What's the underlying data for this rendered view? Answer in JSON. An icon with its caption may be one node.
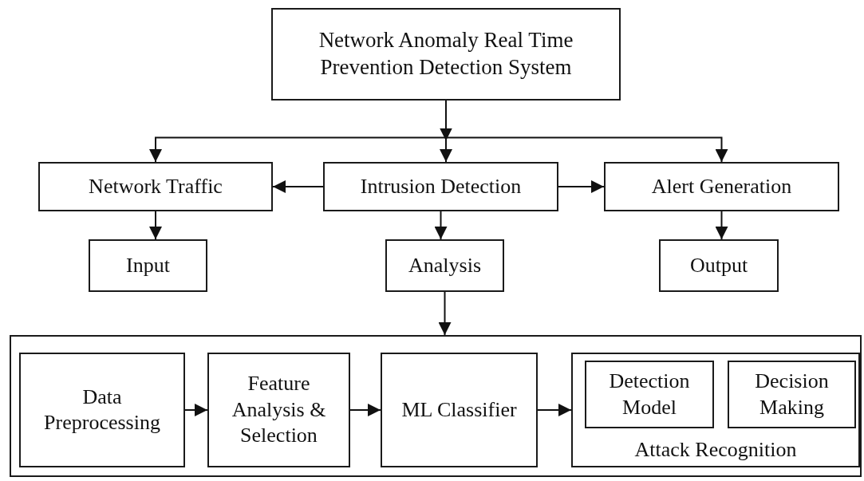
{
  "diagram": {
    "nodes": [
      {
        "text": [
          "Network Anomaly Real Time Prevention Detection System"
        ]
      },
      {
        "text": [
          "Network Traffic"
        ]
      },
      {
        "text": [
          "Intrusion Detection"
        ]
      },
      {
        "text": [
          "Alert Generation"
        ]
      },
      {
        "text": [
          "Input"
        ]
      },
      {
        "text": [
          "Analysis"
        ]
      },
      {
        "text": [
          "Output"
        ]
      },
      {
        "text": [],
        "shape": "box"
      },
      {
        "text": [
          "Data Preprocessing"
        ],
        "in": 7
      },
      {
        "text": [
          "Feature Analysis & Selection"
        ],
        "in": 7
      },
      {
        "text": [
          "ML Classifier"
        ],
        "in": 7
      },
      {
        "text": [
          "Attack Recognition"
        ],
        "in": 7
      },
      {
        "text": [
          "Detection Model"
        ],
        "in": 11
      },
      {
        "text": [
          "Decision Making"
        ],
        "in": 11
      }
    ],
    "edges": [
      {
        "from": 0,
        "to": 1,
        "arrow": "to"
      },
      {
        "from": 0,
        "to": 2,
        "arrow": "to"
      },
      {
        "from": 0,
        "to": 3,
        "arrow": "to"
      },
      {
        "from": 2,
        "to": 1,
        "arrow": "to"
      },
      {
        "from": 2,
        "to": 3,
        "arrow": "to"
      },
      {
        "from": 1,
        "to": 4,
        "arrow": "to"
      },
      {
        "from": 2,
        "to": 5,
        "arrow": "to"
      },
      {
        "from": 3,
        "to": 6,
        "arrow": "to"
      },
      {
        "from": 5,
        "to": 7,
        "arrow": "to"
      },
      {
        "from": 8,
        "to": 9,
        "arrow": "to"
      },
      {
        "from": 9,
        "to": 10,
        "arrow": "to"
      },
      {
        "from": 10,
        "to": 11,
        "arrow": "to"
      }
    ]
  }
}
